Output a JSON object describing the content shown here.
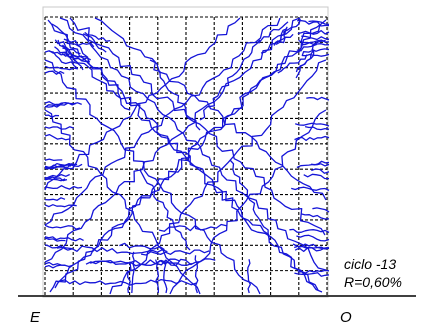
{
  "labels": {
    "cycle": "ciclo -13",
    "drift": "R=0,60%",
    "left_side": "E",
    "right_side": "O"
  },
  "colors": {
    "cracks": "#1515d8",
    "grid": "#000000",
    "panel_border": "#c8c8c8",
    "background": "#ffffff"
  },
  "grid": {
    "columns": 10,
    "rows": 11,
    "style": "dashed"
  },
  "diagram": {
    "description_type": "crack-pattern",
    "seed": 13
  }
}
